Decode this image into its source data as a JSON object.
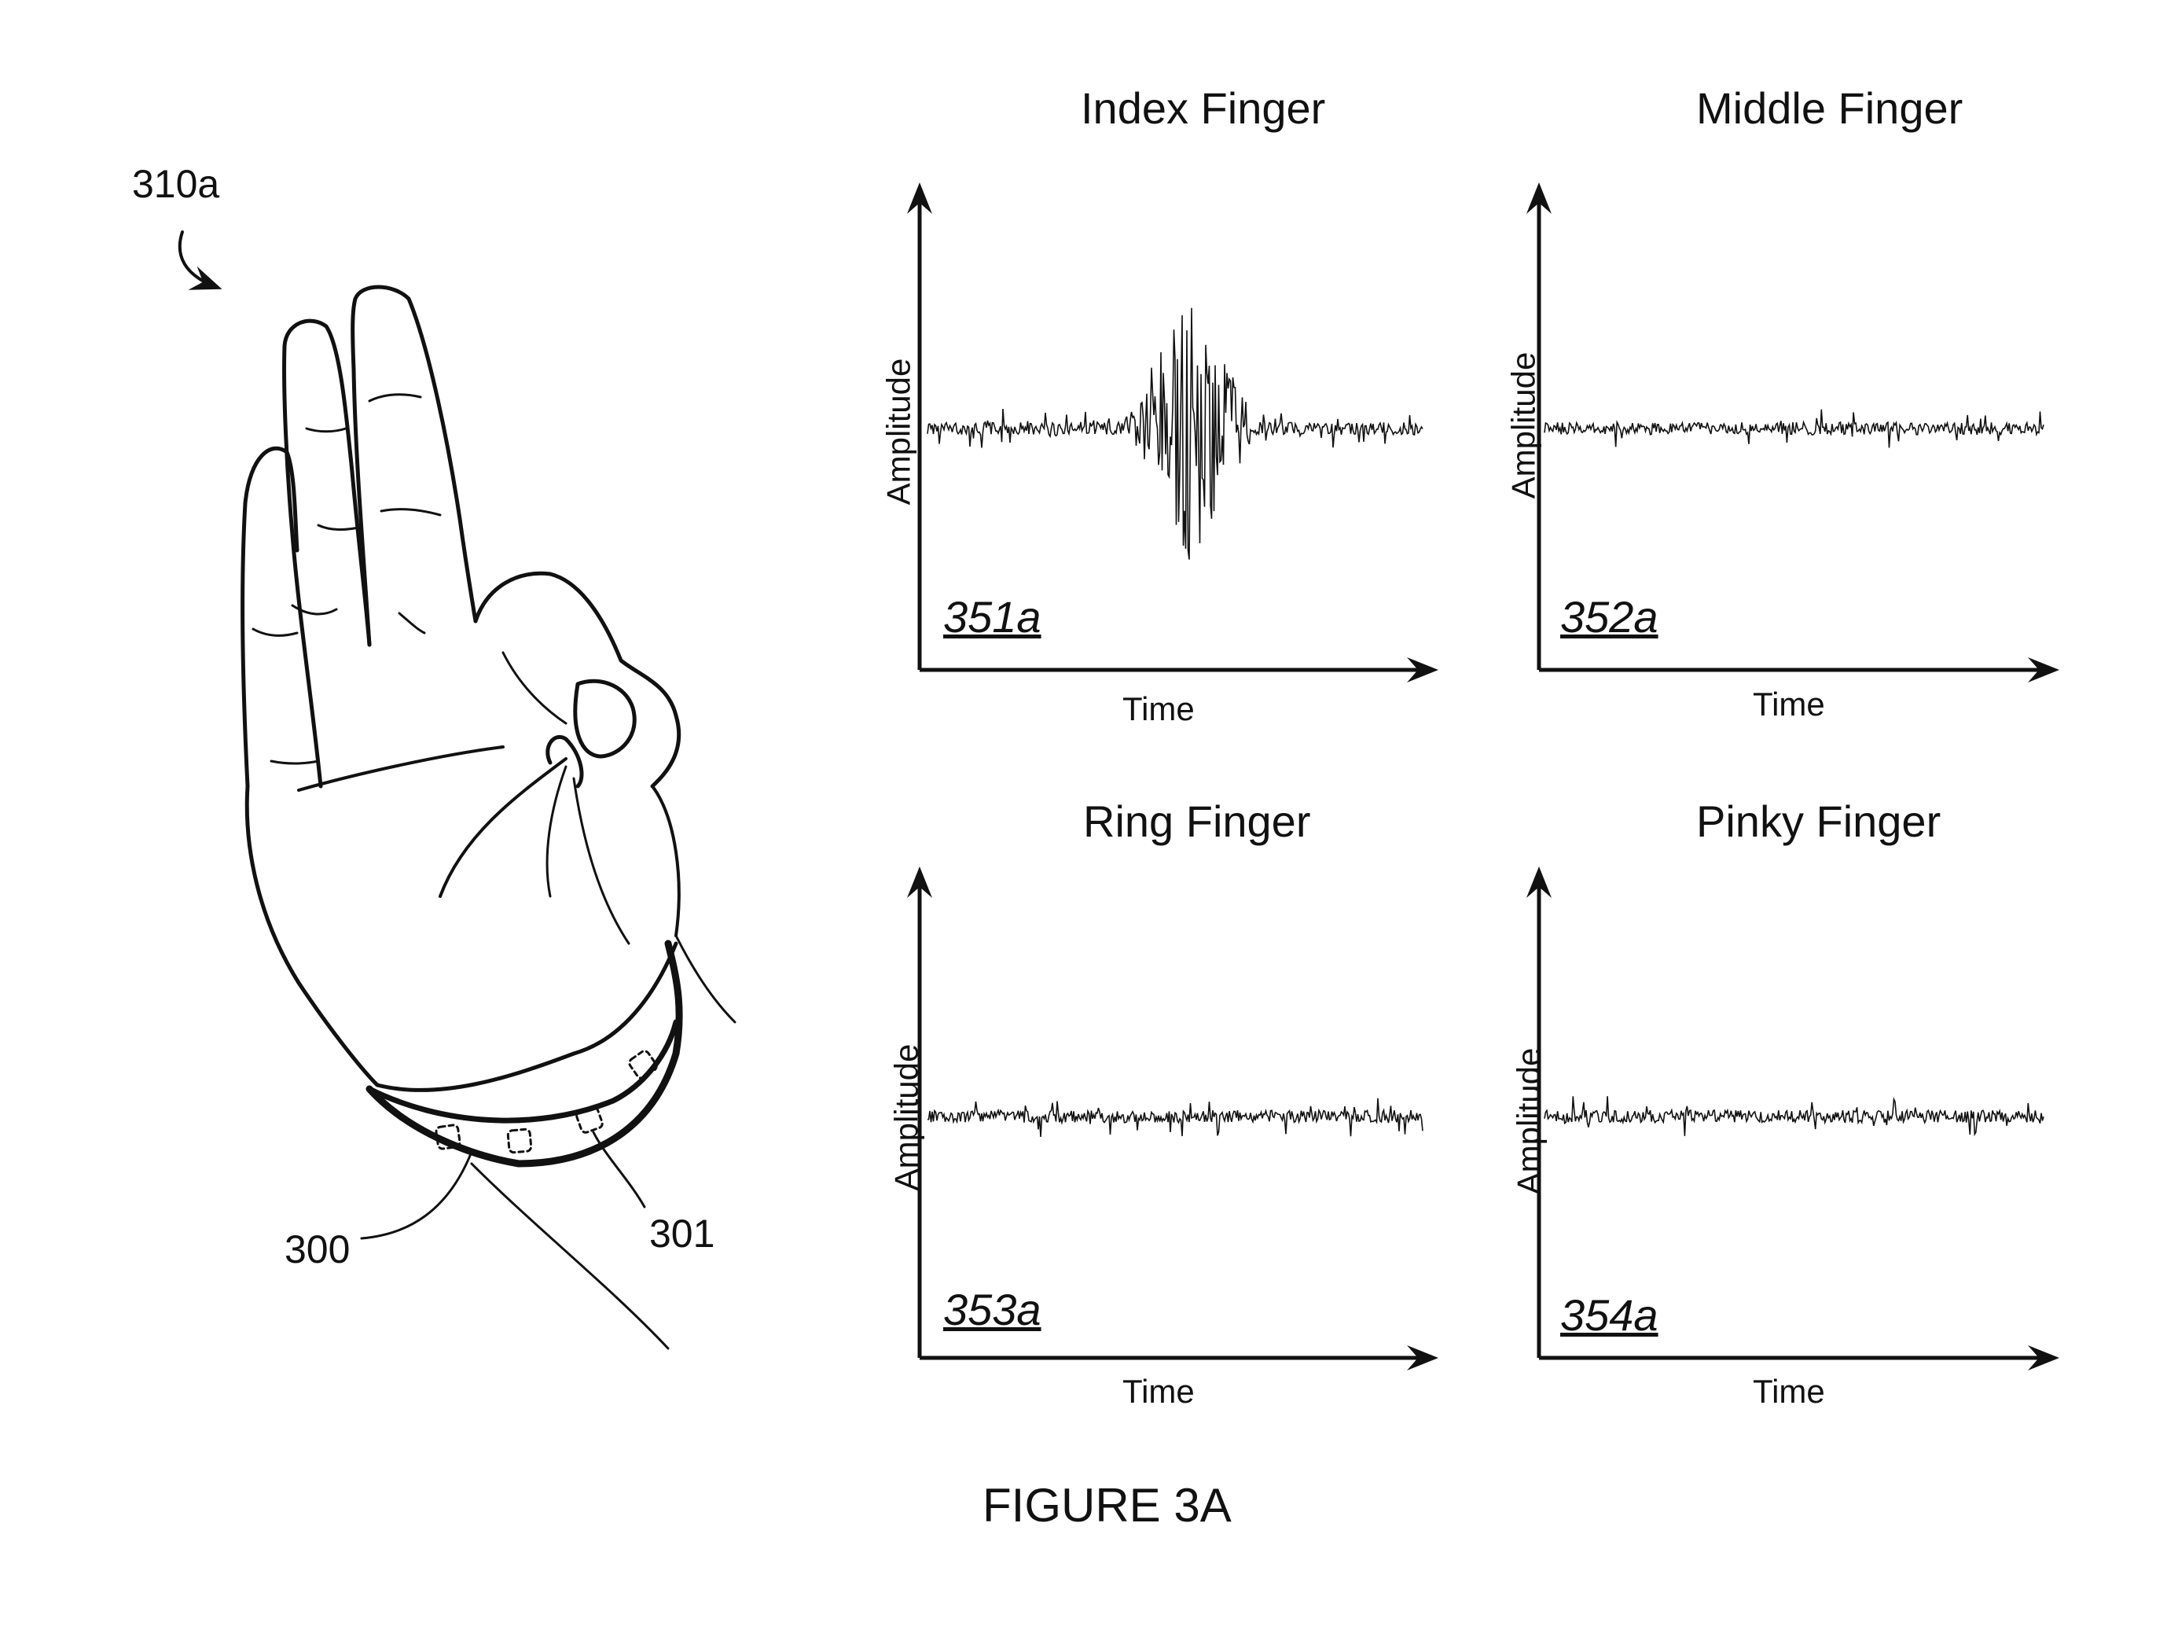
{
  "figure": {
    "caption": "FIGURE 3A",
    "hand_reference": "310a",
    "band_reference": "300",
    "sensor_reference": "301"
  },
  "panels": [
    {
      "id": "351a",
      "title": "Index Finger",
      "xlabel": "Time",
      "ylabel": "Amplitude",
      "burst": true
    },
    {
      "id": "352a",
      "title": "Middle Finger",
      "xlabel": "Time",
      "ylabel": "Amplitude",
      "burst": false
    },
    {
      "id": "353a",
      "title": "Ring Finger",
      "xlabel": "Time",
      "ylabel": "Amplitude",
      "burst": false
    },
    {
      "id": "354a",
      "title": "Pinky Finger",
      "xlabel": "Time",
      "ylabel": "Amplitude",
      "burst": false
    }
  ]
}
